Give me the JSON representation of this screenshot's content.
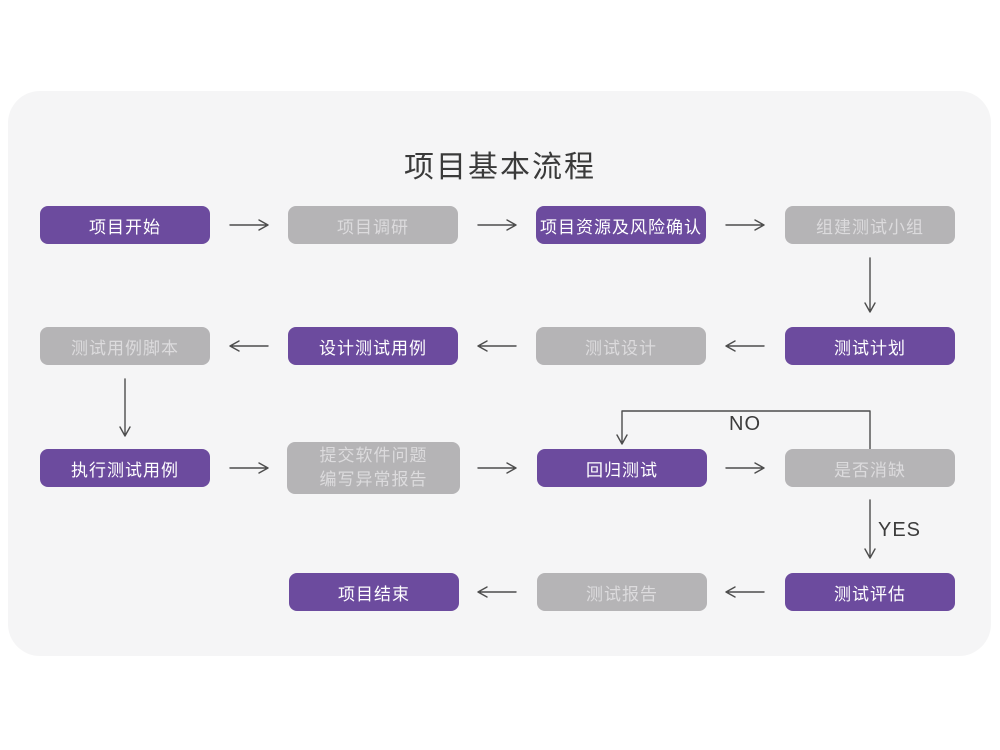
{
  "title": "项目基本流程",
  "labels": {
    "no": "NO",
    "yes": "YES"
  },
  "colors": {
    "page_bg": "#ffffff",
    "card_bg": "#f5f5f6",
    "node_purple": "#6c4b9e",
    "node_gray": "#b5b4b6",
    "purple_text": "#ffffff",
    "gray_text": "#dcdbdd",
    "arrow": "#4d4d4d",
    "title_text": "#3a3a3a"
  },
  "flowchart": {
    "nodes": [
      {
        "id": "project-start",
        "label": "项目开始",
        "variant": "purple"
      },
      {
        "id": "project-research",
        "label": "项目调研",
        "variant": "gray"
      },
      {
        "id": "resources-risk-confirm",
        "label": "项目资源及风险确认",
        "variant": "purple"
      },
      {
        "id": "build-test-team",
        "label": "组建测试小组",
        "variant": "gray"
      },
      {
        "id": "test-case-script",
        "label": "测试用例脚本",
        "variant": "gray"
      },
      {
        "id": "design-test-cases",
        "label": "设计测试用例",
        "variant": "purple"
      },
      {
        "id": "test-design",
        "label": "测试设计",
        "variant": "gray"
      },
      {
        "id": "test-plan",
        "label": "测试计划",
        "variant": "purple"
      },
      {
        "id": "execute-test-cases",
        "label": "执行测试用例",
        "variant": "purple"
      },
      {
        "id": "submit-issues-report",
        "lines": [
          "提交软件问题",
          "编写异常报告"
        ],
        "variant": "gray"
      },
      {
        "id": "regression-test",
        "label": "回归测试",
        "variant": "purple"
      },
      {
        "id": "defect-cleared",
        "label": "是否消缺",
        "variant": "gray"
      },
      {
        "id": "project-end",
        "label": "项目结束",
        "variant": "purple"
      },
      {
        "id": "test-report",
        "label": "测试报告",
        "variant": "gray"
      },
      {
        "id": "test-evaluation",
        "label": "测试评估",
        "variant": "purple"
      }
    ],
    "edges": [
      {
        "from": "project-start",
        "to": "project-research"
      },
      {
        "from": "project-research",
        "to": "resources-risk-confirm"
      },
      {
        "from": "resources-risk-confirm",
        "to": "build-test-team"
      },
      {
        "from": "build-test-team",
        "to": "test-plan"
      },
      {
        "from": "test-plan",
        "to": "test-design"
      },
      {
        "from": "test-design",
        "to": "design-test-cases"
      },
      {
        "from": "design-test-cases",
        "to": "test-case-script"
      },
      {
        "from": "test-case-script",
        "to": "execute-test-cases"
      },
      {
        "from": "execute-test-cases",
        "to": "submit-issues-report"
      },
      {
        "from": "submit-issues-report",
        "to": "regression-test"
      },
      {
        "from": "regression-test",
        "to": "defect-cleared"
      },
      {
        "from": "defect-cleared",
        "to": "regression-test",
        "label": "NO"
      },
      {
        "from": "defect-cleared",
        "to": "test-evaluation",
        "label": "YES"
      },
      {
        "from": "test-evaluation",
        "to": "test-report"
      },
      {
        "from": "test-report",
        "to": "project-end"
      }
    ]
  }
}
